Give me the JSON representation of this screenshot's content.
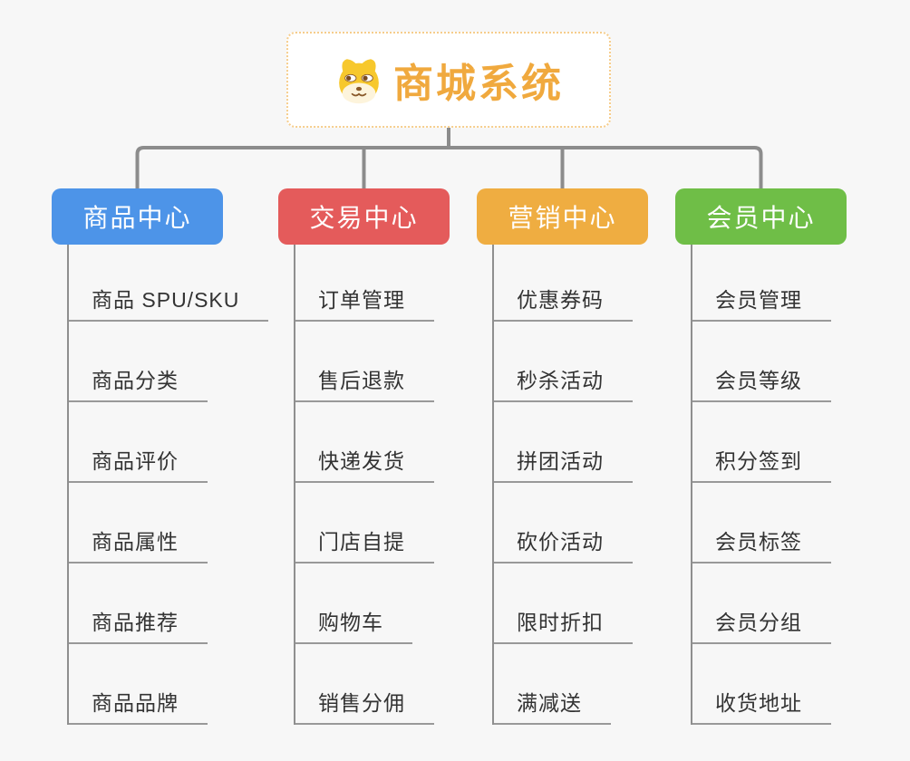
{
  "root": {
    "title": "商城系统",
    "icon": "doge-icon"
  },
  "branches": [
    {
      "label": "商品中心",
      "color": "#4D94E8",
      "children": [
        "商品 SPU/SKU",
        "商品分类",
        "商品评价",
        "商品属性",
        "商品推荐",
        "商品品牌"
      ]
    },
    {
      "label": "交易中心",
      "color": "#E45B5B",
      "children": [
        "订单管理",
        "售后退款",
        "快递发货",
        "门店自提",
        "购物车",
        "销售分佣"
      ]
    },
    {
      "label": "营销中心",
      "color": "#EFAD41",
      "children": [
        "优惠券码",
        "秒杀活动",
        "拼团活动",
        "砍价活动",
        "限时折扣",
        "满减送"
      ]
    },
    {
      "label": "会员中心",
      "color": "#6FBE47",
      "children": [
        "会员管理",
        "会员等级",
        "积分签到",
        "会员标签",
        "会员分组",
        "收货地址"
      ]
    }
  ],
  "colors": {
    "background": "#F7F7F7",
    "root_accent": "#F0A93E",
    "root_border": "#F6CD8C",
    "tree_line": "#8C8C8C",
    "leaf_line": "#999999",
    "leaf_text": "#333333"
  }
}
